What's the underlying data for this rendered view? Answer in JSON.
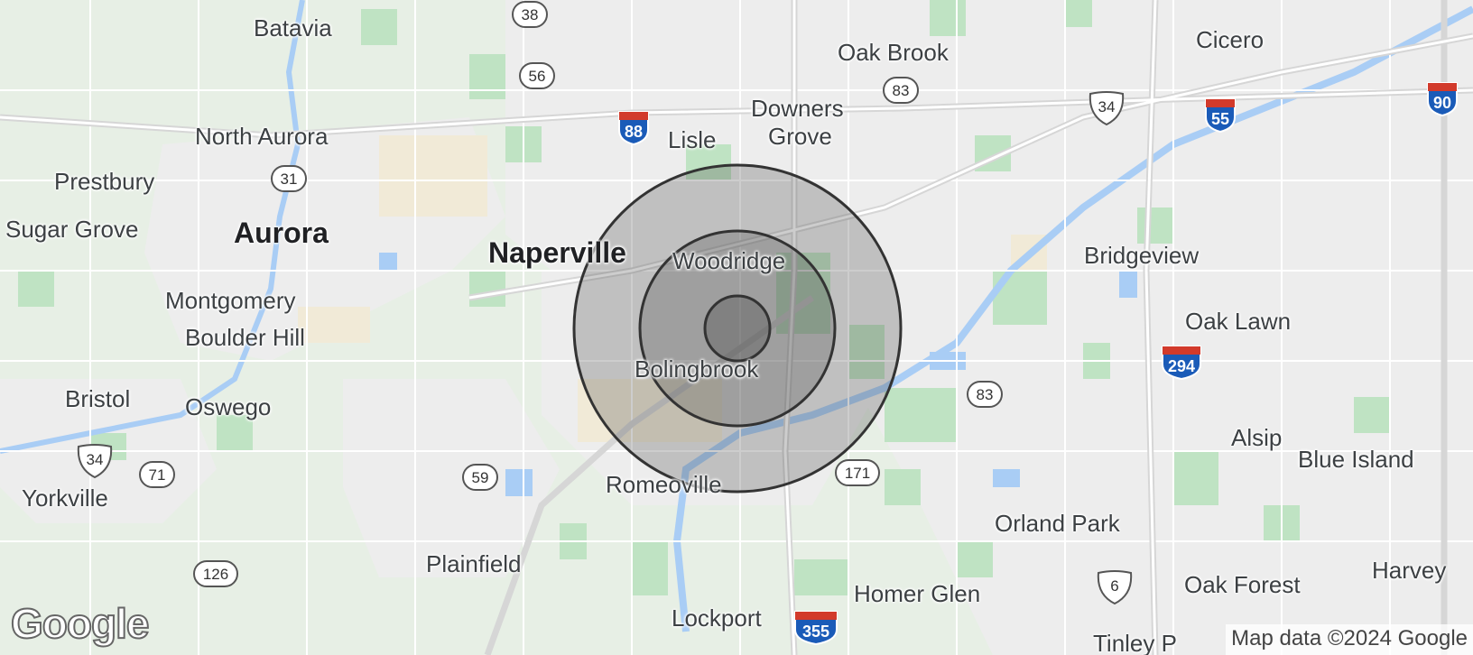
{
  "map": {
    "colors": {
      "land": "#e7efe5",
      "urban": "#eeeeee",
      "park": "#bfe3c3",
      "water": "#a9cdf5",
      "road": "#ffffff",
      "highway": "#dcdcdc",
      "radius_fill": "#4a4a4a",
      "radius_stroke": "#333333"
    },
    "cities": [
      {
        "id": "batavia",
        "name": "Batavia"
      },
      {
        "id": "oak-brook",
        "name": "Oak Brook"
      },
      {
        "id": "cicero",
        "name": "Cicero"
      },
      {
        "id": "downers-grove-1",
        "name": "Downers"
      },
      {
        "id": "downers-grove-2",
        "name": "Grove"
      },
      {
        "id": "north-aurora",
        "name": "North Aurora"
      },
      {
        "id": "lisle",
        "name": "Lisle"
      },
      {
        "id": "prestbury",
        "name": "Prestbury"
      },
      {
        "id": "sugar-grove",
        "name": "Sugar Grove"
      },
      {
        "id": "aurora",
        "name": "Aurora"
      },
      {
        "id": "naperville",
        "name": "Naperville"
      },
      {
        "id": "woodridge",
        "name": "Woodridge"
      },
      {
        "id": "bridgeview",
        "name": "Bridgeview"
      },
      {
        "id": "montgomery",
        "name": "Montgomery"
      },
      {
        "id": "boulder-hill",
        "name": "Boulder Hill"
      },
      {
        "id": "oak-lawn",
        "name": "Oak Lawn"
      },
      {
        "id": "bolingbrook",
        "name": "Bolingbrook"
      },
      {
        "id": "bristol",
        "name": "Bristol"
      },
      {
        "id": "oswego",
        "name": "Oswego"
      },
      {
        "id": "alsip",
        "name": "Alsip"
      },
      {
        "id": "blue-island",
        "name": "Blue Island"
      },
      {
        "id": "yorkville",
        "name": "Yorkville"
      },
      {
        "id": "romeoville",
        "name": "Romeoville"
      },
      {
        "id": "orland-park",
        "name": "Orland Park"
      },
      {
        "id": "plainfield",
        "name": "Plainfield"
      },
      {
        "id": "harvey",
        "name": "Harvey"
      },
      {
        "id": "homer-glen",
        "name": "Homer Glen"
      },
      {
        "id": "oak-forest",
        "name": "Oak Forest"
      },
      {
        "id": "lockport",
        "name": "Lockport"
      },
      {
        "id": "tinley-park",
        "name": "Tinley P"
      }
    ],
    "shields": [
      {
        "id": "r38",
        "num": "38",
        "type": "state"
      },
      {
        "id": "r56",
        "num": "56",
        "type": "state"
      },
      {
        "id": "r83a",
        "num": "83",
        "type": "state"
      },
      {
        "id": "i88",
        "num": "88",
        "type": "interstate"
      },
      {
        "id": "us34a",
        "num": "34",
        "type": "us"
      },
      {
        "id": "i55",
        "num": "55",
        "type": "interstate"
      },
      {
        "id": "i90",
        "num": "90",
        "type": "interstate"
      },
      {
        "id": "r31",
        "num": "31",
        "type": "state"
      },
      {
        "id": "i294",
        "num": "294",
        "type": "interstate"
      },
      {
        "id": "r83b",
        "num": "83",
        "type": "state"
      },
      {
        "id": "us34b",
        "num": "34",
        "type": "us"
      },
      {
        "id": "r71",
        "num": "71",
        "type": "state"
      },
      {
        "id": "r59",
        "num": "59",
        "type": "state"
      },
      {
        "id": "r171",
        "num": "171",
        "type": "state"
      },
      {
        "id": "r126",
        "num": "126",
        "type": "state"
      },
      {
        "id": "us6",
        "num": "6",
        "type": "us"
      },
      {
        "id": "i355",
        "num": "355",
        "type": "interstate"
      }
    ],
    "radius_rings": 3
  },
  "logo": "Google",
  "attribution": "Map data ©2024 Google"
}
